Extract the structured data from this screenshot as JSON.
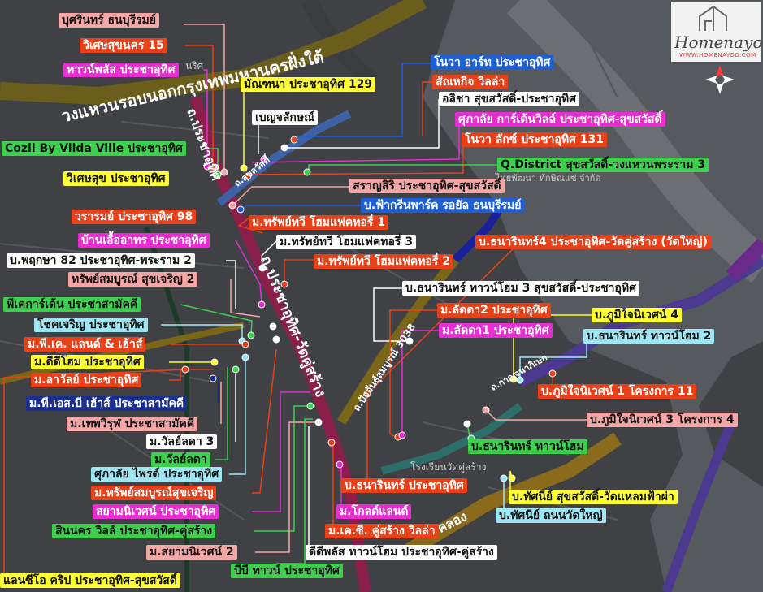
{
  "logo": {
    "brand": "Homenayoo",
    "url": "WWW.HOMENAYOO.COM"
  },
  "roads": [
    {
      "text": "วงแหวนรอบนอกกรุงเทพมหานครฝั่งใต้"
    },
    {
      "text": "ถ.ประชาอุทิศ-วัดคู่สร้าง"
    },
    {
      "text": "ถ.ประชาอุทิศ"
    },
    {
      "text": "ถ.สุขสวัสดิ์"
    },
    {
      "text": "ถ.ปัจจันธุ์สมบูรณ์ 3038"
    },
    {
      "text": "ถ.คลอง"
    },
    {
      "text": "ถ.กาญจนาภิเษก"
    }
  ],
  "places": [
    {
      "text": "นริศ"
    },
    {
      "text": "โรงเรียนวัดคู่สร้าง"
    },
    {
      "text": "ไทยพัฒนา ทักษิณแซ่ จำกัด"
    }
  ],
  "markers": [
    {
      "text": "บุศรินทร์ ธนบุรีรมย์",
      "style": "pink"
    },
    {
      "text": "วิเศษสุขนคร 15",
      "style": "red"
    },
    {
      "text": "ทาวน์พลัส ประชาอุทิศ",
      "style": "magenta"
    },
    {
      "text": "มัณฑนา ประชาอุทิศ 129",
      "style": "yellow"
    },
    {
      "text": "เบญจลักษณ์",
      "style": "white"
    },
    {
      "text": "Cozii By Viida Ville ประชาอุทิศ",
      "style": "green"
    },
    {
      "text": "วิเศษสุข ประชาอุทิศ",
      "style": "yellow"
    },
    {
      "text": "วรารมย์ ประชาอุทิศ 98",
      "style": "red"
    },
    {
      "text": "บ้านเอื้ออาทร ประชาอุทิศ",
      "style": "magenta"
    },
    {
      "text": "บ.พฤกษา 82 ประชาอุทิศ-พระราม 2",
      "style": "white"
    },
    {
      "text": "ทรัพย์สมบูรณ์ สุขเจริญ 2",
      "style": "pink"
    },
    {
      "text": "พีเคการ์เด้น ประชาสามัคคี",
      "style": "green"
    },
    {
      "text": "โชคเจริญ ประชาอุทิศ",
      "style": "cyan"
    },
    {
      "text": "ม.พี.เค. แลนด์ & เฮ้าส์",
      "style": "red"
    },
    {
      "text": "ม.ดีดีโฮม ประชาอุทิศ",
      "style": "yellow"
    },
    {
      "text": "ม.ลาวัลย์ ประชาอุทิศ",
      "style": "red"
    },
    {
      "text": "ม.ที.เอส.บี เฮ้าส์ ประชาสามัคคี",
      "style": "navy"
    },
    {
      "text": "ม.เทพวิรุฬ ประชาสามัคคี",
      "style": "pink"
    },
    {
      "text": "ม.วัลย์ลดา 3",
      "style": "white"
    },
    {
      "text": "ม.วัลย์ลดา",
      "style": "green"
    },
    {
      "text": "ศุภาลัย ไพรด์ ประชาอุทิศ",
      "style": "cyan"
    },
    {
      "text": "ม.ทรัพย์สมบูรณ์สุขเจริญ",
      "style": "red"
    },
    {
      "text": "สยามนิเวศน์ ประชาอุทิศ",
      "style": "magenta"
    },
    {
      "text": "สินนคร วิลล์ ประชาอุทิศ-คู่สร้าง",
      "style": "green"
    },
    {
      "text": "ม.สยามนิเวศน์ 2",
      "style": "pink"
    },
    {
      "text": "แลนซีโอ คริป ประชาอุทิศ-สุขสวัสดิ์",
      "style": "yellow"
    },
    {
      "text": "บีบี ทาวน์ ประชาอุทิศ",
      "style": "green"
    },
    {
      "text": "ดีดีพลัส ทาวน์โฮม ประชาอุทิศ-คู่สร้าง",
      "style": "white"
    },
    {
      "text": "ม.เค.ซี. คู่สร้าง วิลล่า",
      "style": "red"
    },
    {
      "text": "ม.โกลด์แลนด์",
      "style": "magenta"
    },
    {
      "text": "บ.ธนารินทร์ ประชาอุทิศ",
      "style": "red"
    },
    {
      "text": "โนวา อาร์ท ประชาอุทิศ",
      "style": "blue"
    },
    {
      "text": "สัณหกิจ วิลล่า",
      "style": "red"
    },
    {
      "text": "อลิชา สุขสวัสดิ์-ประชาอุทิศ",
      "style": "white"
    },
    {
      "text": "ศุภาลัย การ์เด้นวิลล์ ประชาอุทิศ-สุขสวัสดิ์",
      "style": "magenta"
    },
    {
      "text": "โนวา ลักซ์ ประชาอุทิศ 131",
      "style": "red"
    },
    {
      "text": "Q.District สุขสวัสดิ์-วงแหวนพระราม 3",
      "style": "green"
    },
    {
      "text": "สราญสิริ ประชาอุทิศ-สุขสวัสดิ์",
      "style": "pink"
    },
    {
      "text": "บ.ฟ้ากรีนพาร์ค รอยัล ธนบุรีรมย์",
      "style": "blue"
    },
    {
      "text": "ม.ทรัพย์ทวี โฮมแฟคทอรี่ 1",
      "style": "red"
    },
    {
      "text": "ม.ทรัพย์ทวี โฮมแฟคทอรี่ 3",
      "style": "white"
    },
    {
      "text": "ม.ทรัพย์ทวี โฮมแฟคทอรี่ 2",
      "style": "red"
    },
    {
      "text": "บ.ธนารินทร์4 ประชาอุทิศ-วัดคู่สร้าง (วัดใหญ่)",
      "style": "red"
    },
    {
      "text": "บ.ธนารินทร์ ทาวน์โฮม 3 สุขสวัสดิ์-ประชาอุทิศ",
      "style": "white"
    },
    {
      "text": "ม.ลัดดา2 ประชาอุทิศ",
      "style": "red"
    },
    {
      "text": "ม.ลัดดา1 ประชาอุทิศ",
      "style": "magenta"
    },
    {
      "text": "บ.ภูมิใจนิเวศน์ 4",
      "style": "yellow"
    },
    {
      "text": "บ.ธนารินทร์ ทาวน์โฮม 2",
      "style": "cyan"
    },
    {
      "text": "บ.ภูมิใจนิเวศน์ 1 โครงการ 11",
      "style": "red"
    },
    {
      "text": "บ.ภูมิใจนิเวศน์ 3 โครงการ 4",
      "style": "pink"
    },
    {
      "text": "บ.ธนารินทร์ ทาวน์โฮม",
      "style": "green"
    },
    {
      "text": "บ.ทัศนีย์ สุขสวัสดิ์-วัดแหลมฟ้าผ่า",
      "style": "yellow"
    },
    {
      "text": "บ.ทัศนีย์ ถนนวัดใหญ่",
      "style": "cyan"
    }
  ],
  "colors": {
    "map_background": "#3f4144",
    "river": "#6b6f73",
    "main_road": "#8a1f4a",
    "ring_road": "#6b5e1c",
    "secondary_road": "#4b3a8f",
    "canal_road": "#8a6a1c"
  }
}
